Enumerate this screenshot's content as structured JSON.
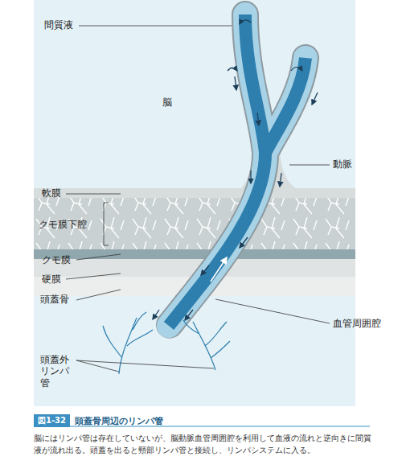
{
  "diagram": {
    "title": "頭蓋骨周辺のリンパ管",
    "caption": "脳にはリンパ管は存在していないが、脳動脈血管周囲腔を利用して血液の流れと逆向きに間質液が流れ出る。頭蓋を出ると頸部リンパ管と接続し、リンパシステムに入る。",
    "labels": [
      "間質液",
      "脳",
      "動脈",
      "軟膜",
      "クモ膜下腔",
      "クモ膜",
      "硬膜",
      "頭蓋骨",
      "血管周囲腔",
      "頭蓋外リンパ管",
      "図1-32"
    ]
  }
}
